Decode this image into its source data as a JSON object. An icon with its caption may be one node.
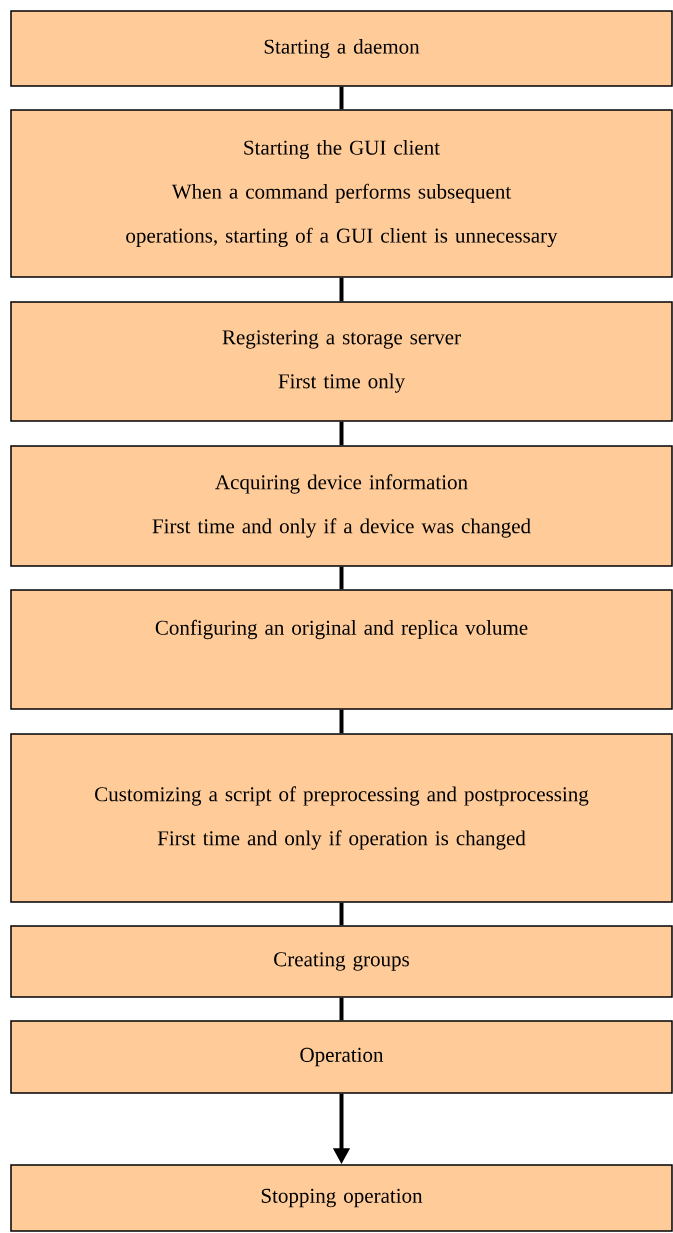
{
  "diagram": {
    "nodes": [
      {
        "text": [
          "Starting a daemon"
        ]
      },
      {
        "text": [
          "Starting the GUI client",
          "When a command performs subsequent operations, starting of a GUI client is unnecessary"
        ]
      },
      {
        "text": [
          "Registering a storage server",
          "First time only"
        ]
      },
      {
        "text": [
          "Acquiring device information",
          "First time and only if a device was changed"
        ]
      },
      {
        "text": [
          "Configuring an original and replica volume"
        ]
      },
      {
        "text": [
          "Customizing a script of preprocessing and postprocessing",
          "First time and only if operation is changed"
        ]
      },
      {
        "text": [
          "Creating groups"
        ]
      },
      {
        "text": [
          "Operation"
        ]
      },
      {
        "text": [
          "Stopping operation"
        ]
      }
    ],
    "edges": [
      {
        "from": 0,
        "to": 1,
        "arrow": "none"
      },
      {
        "from": 1,
        "to": 2,
        "arrow": "none"
      },
      {
        "from": 2,
        "to": 3,
        "arrow": "none"
      },
      {
        "from": 3,
        "to": 4,
        "arrow": "none"
      },
      {
        "from": 4,
        "to": 5,
        "arrow": "none"
      },
      {
        "from": 5,
        "to": 6,
        "arrow": "none"
      },
      {
        "from": 6,
        "to": 7,
        "arrow": "none"
      },
      {
        "from": 7,
        "to": 8,
        "arrow": "to"
      }
    ]
  }
}
